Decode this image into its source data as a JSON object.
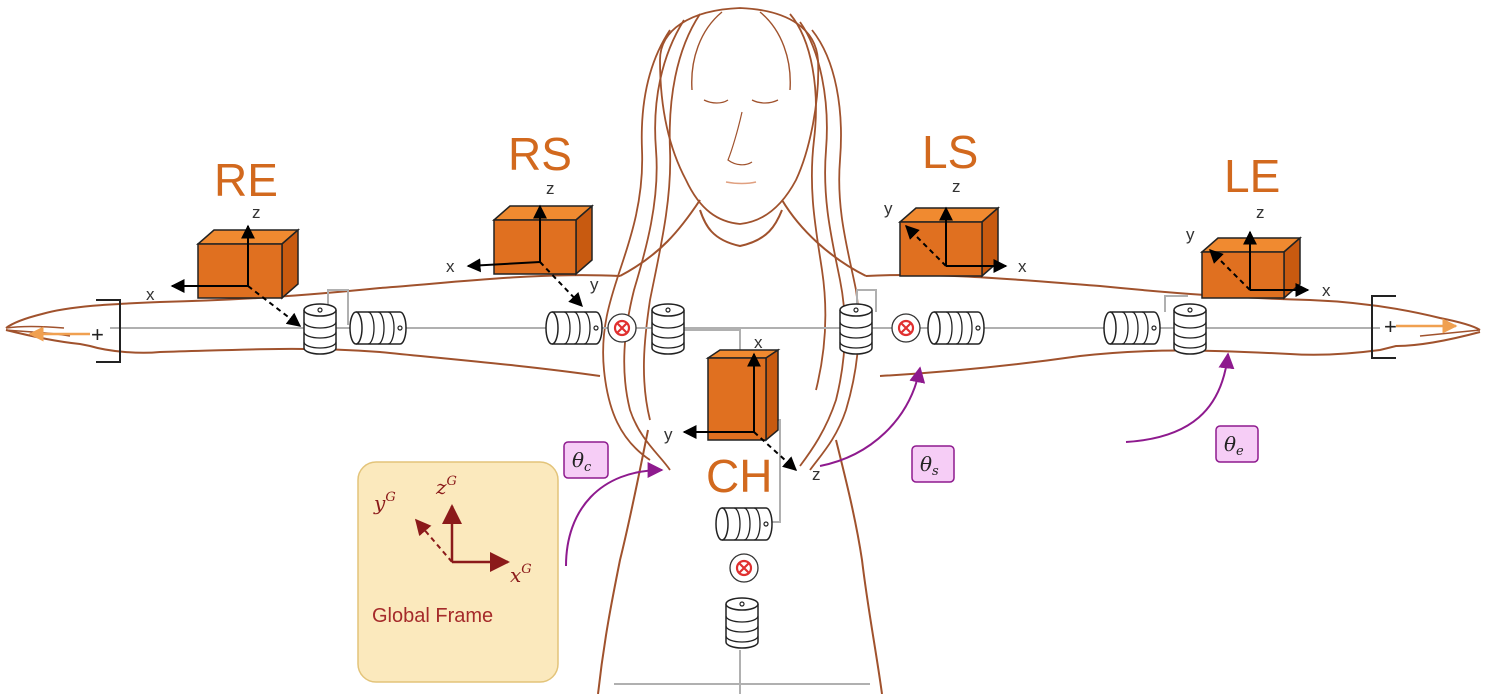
{
  "sensors": {
    "RE": "RE",
    "RS": "RS",
    "LS": "LS",
    "LE": "LE",
    "CH": "CH"
  },
  "axes": {
    "x": "x",
    "y": "y",
    "z": "z"
  },
  "angles": {
    "theta_c": {
      "symbol": "θ",
      "sub": "c"
    },
    "theta_s": {
      "symbol": "θ",
      "sub": "s"
    },
    "theta_e": {
      "symbol": "θ",
      "sub": "e"
    }
  },
  "global_frame": {
    "title": "Global Frame",
    "x_axis": "x",
    "x_sup": "G",
    "y_axis": "y",
    "y_sup": "G",
    "z_axis": "z",
    "z_sup": "G"
  },
  "hand_markers": {
    "left": "+",
    "right": "+"
  },
  "colors": {
    "body_outline": "#a0522d",
    "sensor_orange": "#e07020",
    "label_orange": "#d2691e",
    "angle_purple": "#8e1a8e",
    "angle_box": "#f6cdf6",
    "frame_bg": "#fbe9bd",
    "frame_red": "#8b1a1a",
    "joint_red": "#e03030",
    "cable_gray": "#b0b0b0"
  }
}
